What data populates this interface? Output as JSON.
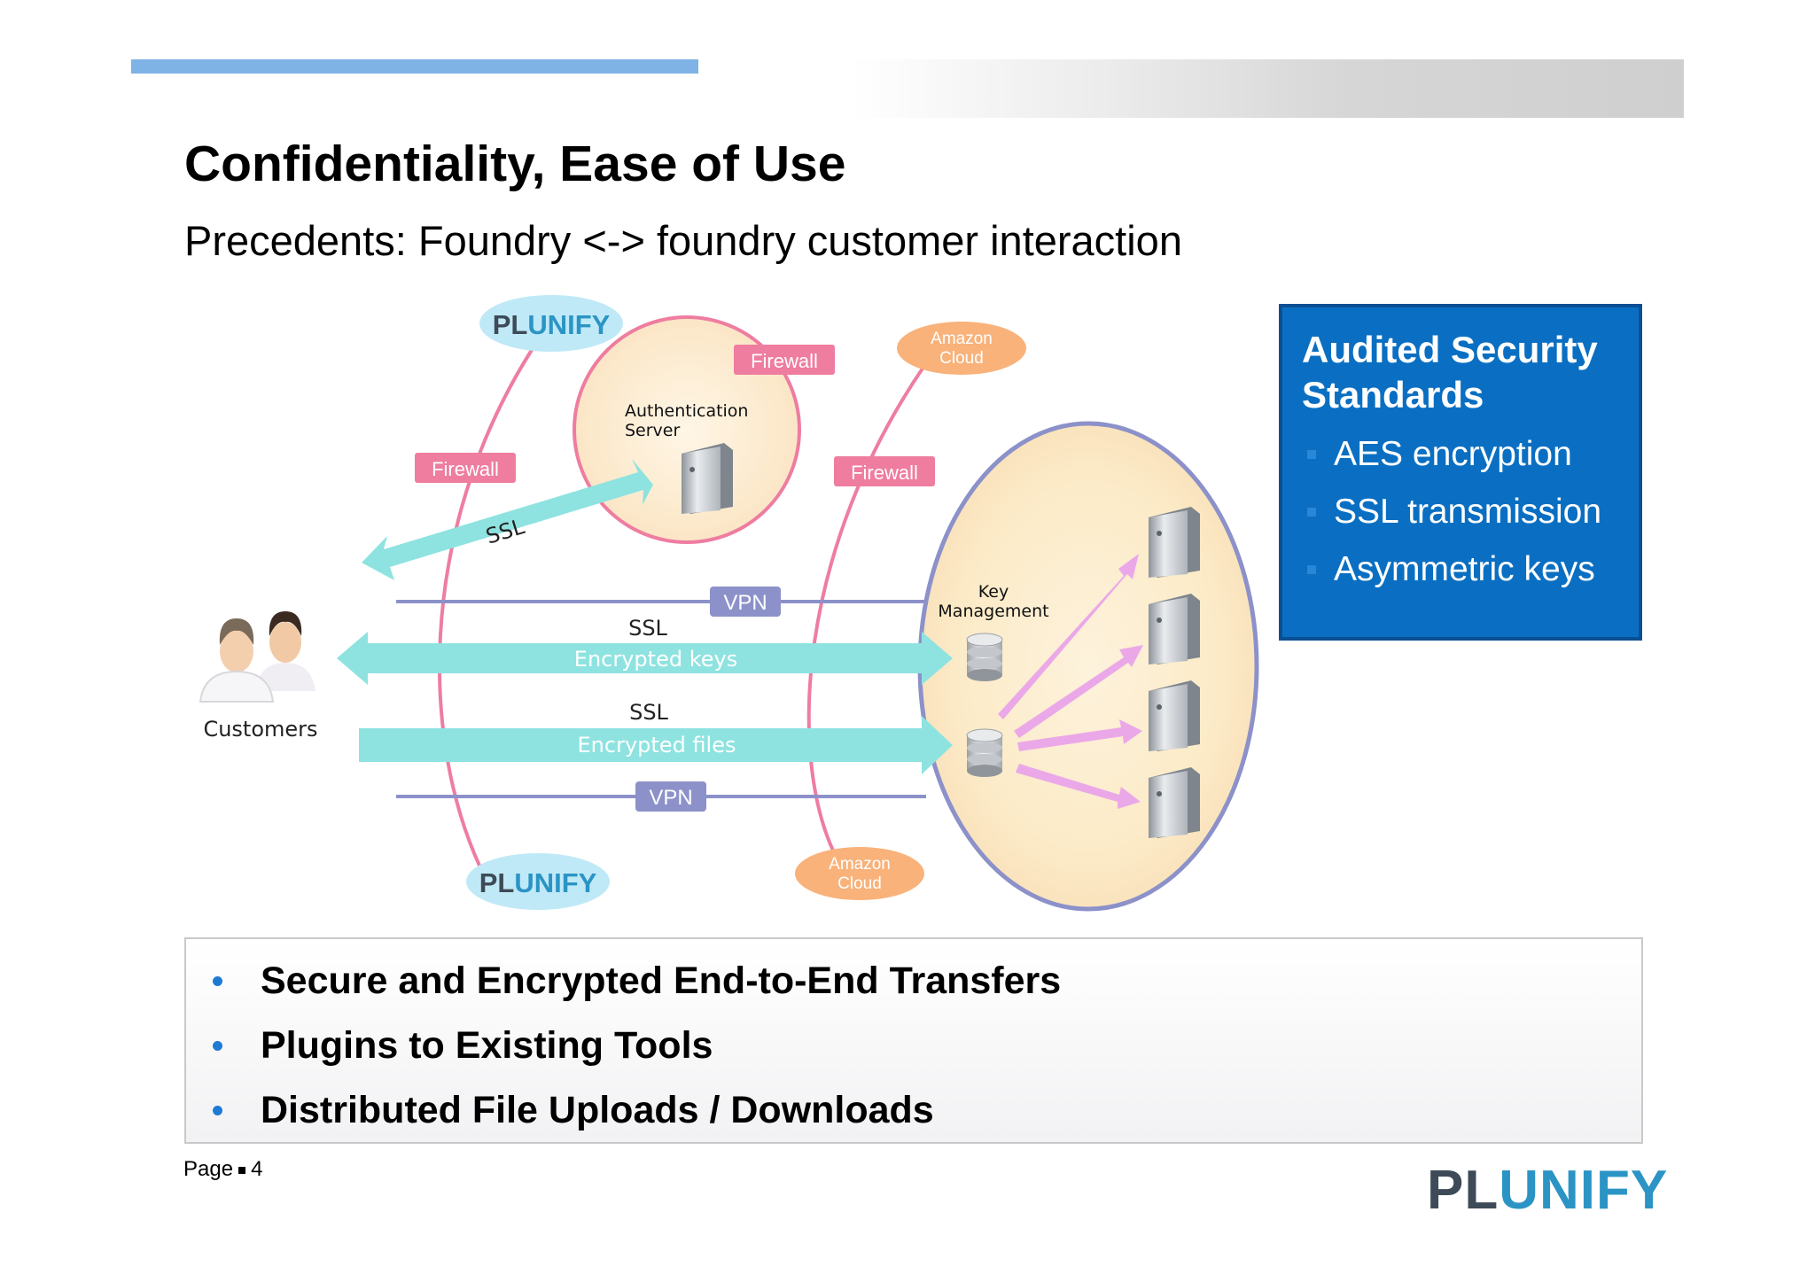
{
  "title": "Confidentiality, Ease of Use",
  "subtitle": "Precedents: Foundry <-> foundry customer interaction",
  "diagram": {
    "logo_top": {
      "part1": "PL",
      "part2": "UNIFY"
    },
    "logo_bottom": {
      "part1": "PL",
      "part2": "UNIFY"
    },
    "amazon_top": {
      "line1": "Amazon",
      "line2": "Cloud"
    },
    "amazon_bottom": {
      "line1": "Amazon",
      "line2": "Cloud"
    },
    "firewall_auth": "Firewall",
    "firewall_left": "Firewall",
    "firewall_right": "Firewall",
    "auth_server": {
      "line1": "Authentication",
      "line2": "Server"
    },
    "ssl_diag": "SSL",
    "vpn_top": "VPN",
    "vpn_bottom": "VPN",
    "ssl_keys": "SSL",
    "encrypted_keys": "Encrypted keys",
    "ssl_files": "SSL",
    "encrypted_files": "Encrypted files",
    "key_management": {
      "line1": "Key",
      "line2": "Management"
    },
    "customers": "Customers"
  },
  "side_box": {
    "title": "Audited Security Standards",
    "items": [
      "AES encryption",
      "SSL transmission",
      "Asymmetric keys"
    ]
  },
  "bullets": [
    "Secure and Encrypted End-to-End Transfers",
    "Plugins to Existing Tools",
    "Distributed File Uploads / Downloads"
  ],
  "page": {
    "label": "Page",
    "number": "4"
  },
  "footer_logo": {
    "part1": "PL",
    "part2": "UNIFY"
  },
  "colors": {
    "accent_blue": "#0a6fc2",
    "cyan_arrow": "#8ee3e0",
    "pink_firewall": "#ee7da0",
    "vpn_purple": "#8c91c9",
    "amazon_orange": "#f8b27a"
  }
}
